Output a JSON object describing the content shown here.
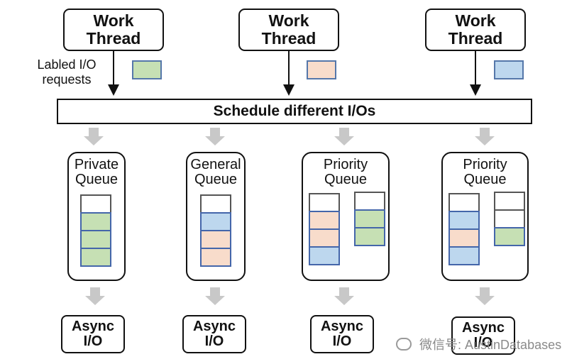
{
  "colors": {
    "green": "#c6e0b4",
    "peach": "#f8dccb",
    "blue": "#bdd7ee",
    "white": "#ffffff",
    "border": "#4466aa",
    "arrow_gray": "#c8c8c8"
  },
  "work_threads": [
    {
      "line1": "Work",
      "line2": "Thread",
      "swatch_color": "green"
    },
    {
      "line1": "Work",
      "line2": "Thread",
      "swatch_color": "peach"
    },
    {
      "line1": "Work",
      "line2": "Thread",
      "swatch_color": "blue"
    }
  ],
  "request_label": {
    "line1": "Labled I/O",
    "line2": "requests"
  },
  "scheduler": {
    "label": "Schedule different I/Os"
  },
  "queues": [
    {
      "line1": "Private",
      "line2": "Queue",
      "columns": [
        [
          "white",
          "green",
          "green",
          "green"
        ]
      ]
    },
    {
      "line1": "General",
      "line2": "Queue",
      "columns": [
        [
          "white",
          "blue",
          "peach",
          "peach"
        ]
      ]
    },
    {
      "line1": "Priority",
      "line2": "Queue",
      "columns": [
        [
          "white",
          "peach",
          "peach",
          "blue"
        ],
        [
          "white",
          "green",
          "green"
        ]
      ]
    },
    {
      "line1": "Priority",
      "line2": "Queue",
      "columns": [
        [
          "white",
          "blue",
          "peach",
          "blue"
        ],
        [
          "white",
          "white",
          "green"
        ]
      ]
    }
  ],
  "async_io": [
    {
      "line1": "Async",
      "line2": "I/O"
    },
    {
      "line1": "Async",
      "line2": "I/O"
    },
    {
      "line1": "Async",
      "line2": "I/O"
    },
    {
      "line1": "Async",
      "line2": "I/O"
    }
  ],
  "watermark": {
    "text": "微信号: AustinDatabases"
  }
}
